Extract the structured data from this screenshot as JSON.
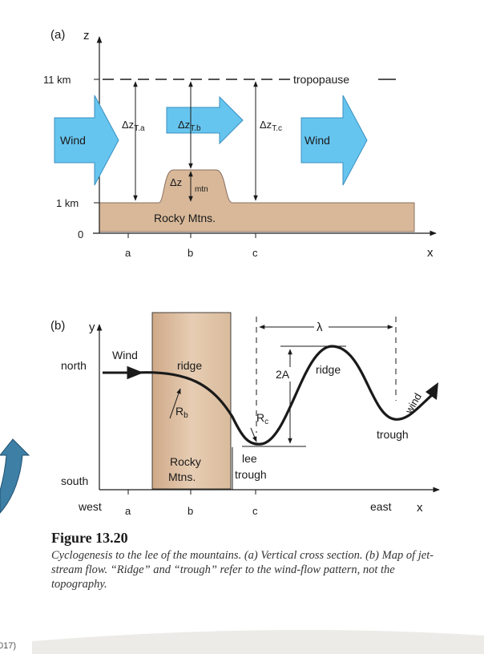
{
  "panel_a": {
    "label": "(a)",
    "axis_z": "z",
    "tick_11km": "11 km",
    "tick_1km": "1 km",
    "tick_0": "0",
    "tropopause": "tropopause",
    "wind_left": "Wind",
    "wind_right": "Wind",
    "dz_a": "Δz",
    "dz_a_sub": "T.a",
    "dz_b": "Δz",
    "dz_b_sub": "T.b",
    "dz_c": "Δz",
    "dz_c_sub": "T.c",
    "dz_mtn": "Δz",
    "dz_mtn_sub": "mtn",
    "rocky": "Rocky Mtns.",
    "x_a": "a",
    "x_b": "b",
    "x_c": "c",
    "axis_x": "x"
  },
  "panel_b": {
    "label": "(b)",
    "axis_y": "y",
    "north": "north",
    "south": "south",
    "west": "west",
    "east": "east",
    "wind": "Wind",
    "wind_right": "wind",
    "ridge_left": "ridge",
    "ridge_right": "ridge",
    "rb": "R",
    "rb_sub": "b",
    "rc": "R",
    "rc_sub": "c",
    "two_a": "2A",
    "lambda": "λ",
    "rocky_1": "Rocky",
    "rocky_2": "Mtns.",
    "lee_1": "lee",
    "lee_2": "trough",
    "trough": "trough",
    "x_a": "a",
    "x_b": "b",
    "x_c": "c",
    "axis_x": "x"
  },
  "caption": {
    "title": "Figure 13.20",
    "text": "Cyclogenesis to the lee of the mountains. (a) Vertical cross section. (b) Map of jet-stream flow. “Ridge” and “trough” refer to the wind-flow pattern, not the topography."
  },
  "corner_text": "017)",
  "colors": {
    "wind_arrow": "#62c3ee",
    "mountain": "#d6b595",
    "mountain_stroke": "#8a7060",
    "side_arrow": "#3e7fa6"
  }
}
